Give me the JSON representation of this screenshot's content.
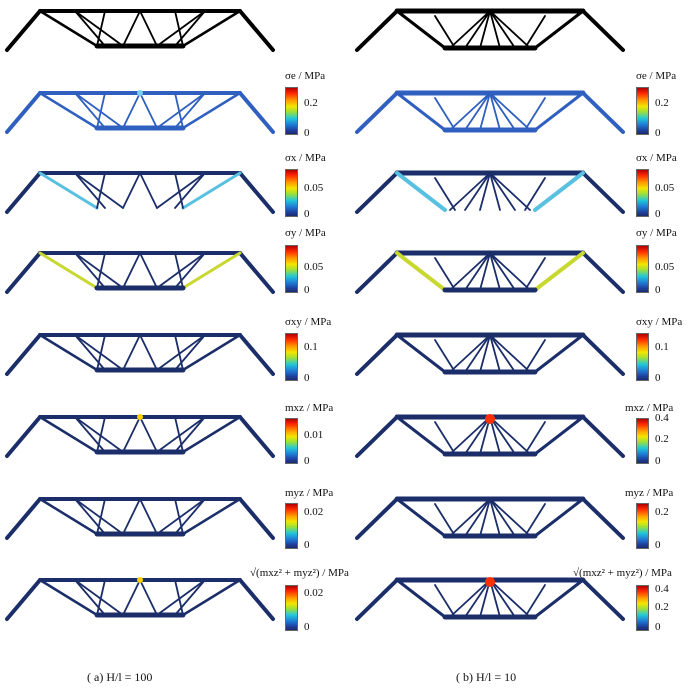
{
  "panels": [
    {
      "id": "a",
      "caption": "( a) H/l = 100",
      "rows": [
        {
          "label": "",
          "ticks": []
        },
        {
          "label": "σe / MPa",
          "ticks": [
            "0.2",
            "0"
          ]
        },
        {
          "label": "σx / MPa",
          "ticks": [
            "0.05",
            "0"
          ]
        },
        {
          "label": "σy / MPa",
          "ticks": [
            "0.05",
            "0"
          ]
        },
        {
          "label": "σxy / MPa",
          "ticks": [
            "0.1",
            "0"
          ]
        },
        {
          "label": "mxz / MPa",
          "ticks": [
            "0.01",
            "0"
          ]
        },
        {
          "label": "myz / MPa",
          "ticks": [
            "0.02",
            "0"
          ]
        },
        {
          "label": "√(mxz² + myz²) / MPa",
          "ticks": [
            "0.02",
            "0"
          ]
        }
      ]
    },
    {
      "id": "b",
      "caption": "( b) H/l = 10",
      "rows": [
        {
          "label": "",
          "ticks": []
        },
        {
          "label": "σe / MPa",
          "ticks": [
            "0.2",
            "0"
          ]
        },
        {
          "label": "σx / MPa",
          "ticks": [
            "0.05",
            "0"
          ]
        },
        {
          "label": "σy / MPa",
          "ticks": [
            "0.05",
            "0"
          ]
        },
        {
          "label": "σxy / MPa",
          "ticks": [
            "0.1",
            "0"
          ]
        },
        {
          "label": "mxz / MPa",
          "ticks": [
            "0.4",
            "0.2",
            "0"
          ]
        },
        {
          "label": "myz / MPa",
          "ticks": [
            "0.2",
            "0"
          ]
        },
        {
          "label": "√(mxz² + myz²) / MPa",
          "ticks": [
            "0.4",
            "0.2",
            "0"
          ]
        }
      ]
    }
  ]
}
